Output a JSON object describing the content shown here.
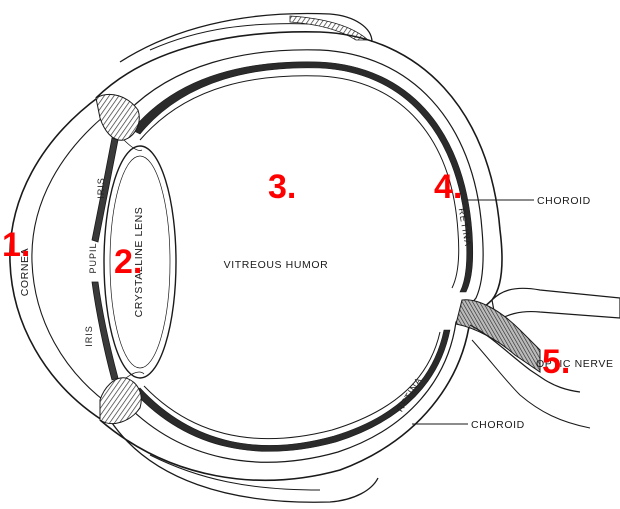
{
  "labels": {
    "cornea": "CORNEA",
    "iris_upper": "IRIS",
    "iris_lower": "IRIS",
    "pupil": "PUPIL",
    "lens": "CRYSTALLINE LENS",
    "vitreous": "VITREOUS HUMOR",
    "retina_upper": "RETINA",
    "retina_lower": "RETINA",
    "choroid_upper": "CHOROID",
    "choroid_lower": "CHOROID",
    "optic_nerve": "OPTIC NERVE"
  },
  "markers": [
    "1.",
    "2.",
    "3.",
    "4.",
    "5."
  ],
  "colors": {
    "marker": "#ff0000",
    "ink": "#1a1a1a",
    "shade": "#555555",
    "background": "#ffffff"
  }
}
